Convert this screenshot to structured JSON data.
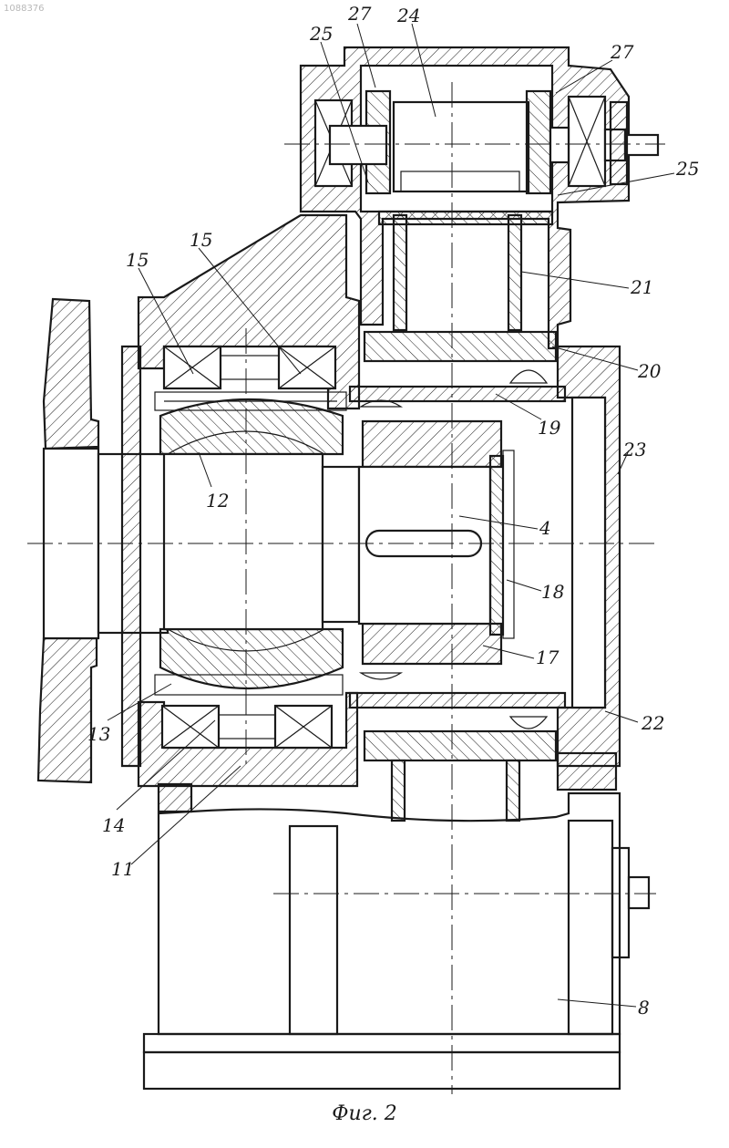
{
  "document": {
    "number": "1088376",
    "caption": "Фиг. 2"
  },
  "callouts": [
    {
      "id": "c27a",
      "text": "27"
    },
    {
      "id": "c24",
      "text": "24"
    },
    {
      "id": "c25a",
      "text": "25"
    },
    {
      "id": "c27b",
      "text": "27"
    },
    {
      "id": "c25b",
      "text": "25"
    },
    {
      "id": "c15a",
      "text": "15"
    },
    {
      "id": "c15b",
      "text": "15"
    },
    {
      "id": "c21",
      "text": "21"
    },
    {
      "id": "c20",
      "text": "20"
    },
    {
      "id": "c19",
      "text": "19"
    },
    {
      "id": "c23",
      "text": "23"
    },
    {
      "id": "c12",
      "text": "12"
    },
    {
      "id": "c4",
      "text": "4"
    },
    {
      "id": "c18",
      "text": "18"
    },
    {
      "id": "c17",
      "text": "17"
    },
    {
      "id": "c13",
      "text": "13"
    },
    {
      "id": "c22",
      "text": "22"
    },
    {
      "id": "c14",
      "text": "14"
    },
    {
      "id": "c11",
      "text": "11"
    },
    {
      "id": "c8",
      "text": "8"
    }
  ],
  "colors": {
    "ink": "#1a1a1a",
    "paper": "#ffffff"
  }
}
